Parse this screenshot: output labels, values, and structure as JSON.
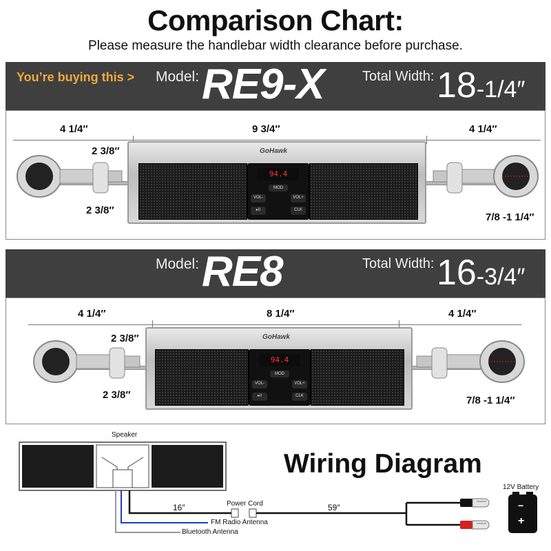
{
  "header": {
    "title": "Comparison Chart:",
    "subtitle": "Please measure the handlebar width clearance before purchase."
  },
  "models": [
    {
      "badge": "You’re buying this >",
      "model_label": "Model:",
      "model_name": "RE9-X",
      "total_width_label": "Total Width:",
      "total_width_whole": "18",
      "total_width_frac": "-1/4″",
      "brand": "GoHawk",
      "display": "94.4",
      "buttons": {
        "mode": "MOD",
        "vol_down": "VOL-",
        "vol_up": "VOL+",
        "skip": "▸II",
        "clk": "CLK"
      },
      "dims": {
        "left": "4 1/4″",
        "center": "9 3/4″",
        "right": "4 1/4″",
        "upper_height": "2 3/8″",
        "lower_height": "2 3/8″",
        "clamp": "7/8 -1 1/4″"
      }
    },
    {
      "badge": "",
      "model_label": "Model:",
      "model_name": "RE8",
      "total_width_label": "Total Width:",
      "total_width_whole": "16",
      "total_width_frac": "-3/4″",
      "brand": "GoHawk",
      "display": "94.4",
      "buttons": {
        "mode": "MOD",
        "vol_down": "VOL-",
        "vol_up": "VOL+",
        "skip": "▸II",
        "clk": "CLK"
      },
      "dims": {
        "left": "4 1/4″",
        "center": "8 1/4″",
        "right": "4 1/4″",
        "upper_height": "2 3/8″",
        "lower_height": "2 3/8″",
        "clamp": "7/8 -1 1/4″"
      }
    }
  ],
  "wiring": {
    "title": "Wiring Diagram",
    "speaker_label": "Speaker",
    "cable1_length": "16″",
    "power_cord_label": "Power Cord",
    "cable2_length": "59″",
    "fm_label": "FM Radio Antenna",
    "bt_label": "Bluetooth Antenna",
    "battery_label": "12V Battery",
    "battery_minus": "−",
    "battery_plus": "+"
  },
  "colors": {
    "accent": "#f2a93b",
    "bar": "#3f3f3f",
    "lcd": "#ff3030",
    "fm_wire": "#1f3fbf",
    "bt_wire": "#999999",
    "red_terminal": "#d62020"
  }
}
